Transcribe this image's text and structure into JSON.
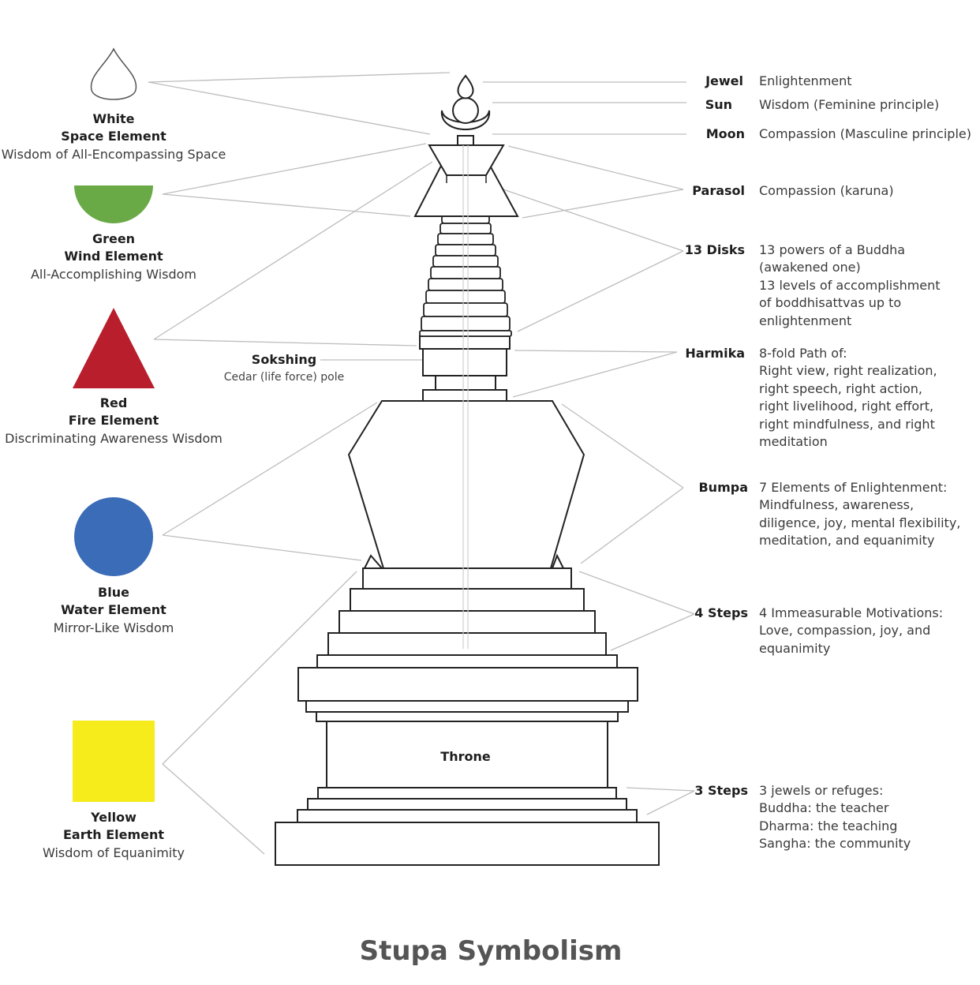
{
  "title": "Stupa Symbolism",
  "elements": [
    {
      "name_line1": "White",
      "name_line2": "Space Element",
      "wisdom": "Wisdom of All-Encompassing Space",
      "color": "#ffffff",
      "shape": "drop-icon"
    },
    {
      "name_line1": "Green",
      "name_line2": "Wind Element",
      "wisdom": "All-Accomplishing Wisdom",
      "color": "#6aaa46",
      "shape": "half-circle-icon"
    },
    {
      "name_line1": "Red",
      "name_line2": "Fire Element",
      "wisdom": "Discriminating Awareness Wisdom",
      "color": "#b81e2b",
      "shape": "triangle-icon"
    },
    {
      "name_line1": "Blue",
      "name_line2": "Water Element",
      "wisdom": "Mirror-Like Wisdom",
      "color": "#3b6cb8",
      "shape": "circle-icon"
    },
    {
      "name_line1": "Yellow",
      "name_line2": "Earth Element",
      "wisdom": "Wisdom of Equanimity",
      "color": "#f7ec1b",
      "shape": "square-icon"
    }
  ],
  "sokshing": {
    "label": "Sokshing",
    "desc": "Cedar (life force) pole"
  },
  "throne_label": "Throne",
  "parts": [
    {
      "label": "Jewel",
      "lines": [
        "Enlightenment"
      ]
    },
    {
      "label": "Sun",
      "lines": [
        "Wisdom (Feminine principle)"
      ]
    },
    {
      "label": "Moon",
      "lines": [
        "Compassion (Masculine principle)"
      ]
    },
    {
      "label": "Parasol",
      "lines": [
        "Compassion (karuna)"
      ]
    },
    {
      "label": "13 Disks",
      "lines": [
        "13 powers of a Buddha",
        "(awakened one)",
        "13 levels of accomplishment",
        "of boddhisattvas up to",
        "enlightenment"
      ]
    },
    {
      "label": "Harmika",
      "lines": [
        "8-fold Path of:",
        "Right view, right realization,",
        "right speech, right action,",
        "right livelihood, right effort,",
        "right mindfulness, and right",
        "meditation"
      ]
    },
    {
      "label": "Bumpa",
      "lines": [
        "7 Elements of Enlightenment:",
        "Mindfulness, awareness,",
        "diligence, joy, mental flexibility,",
        "meditation, and equanimity"
      ]
    },
    {
      "label": "4 Steps",
      "lines": [
        "4 Immeasurable Motivations:",
        "Love, compassion, joy, and",
        "equanimity"
      ]
    },
    {
      "label": "3 Steps",
      "lines": [
        "3 jewels or refuges:",
        "Buddha: the teacher",
        "Dharma: the teaching",
        "Sangha: the community"
      ]
    }
  ]
}
